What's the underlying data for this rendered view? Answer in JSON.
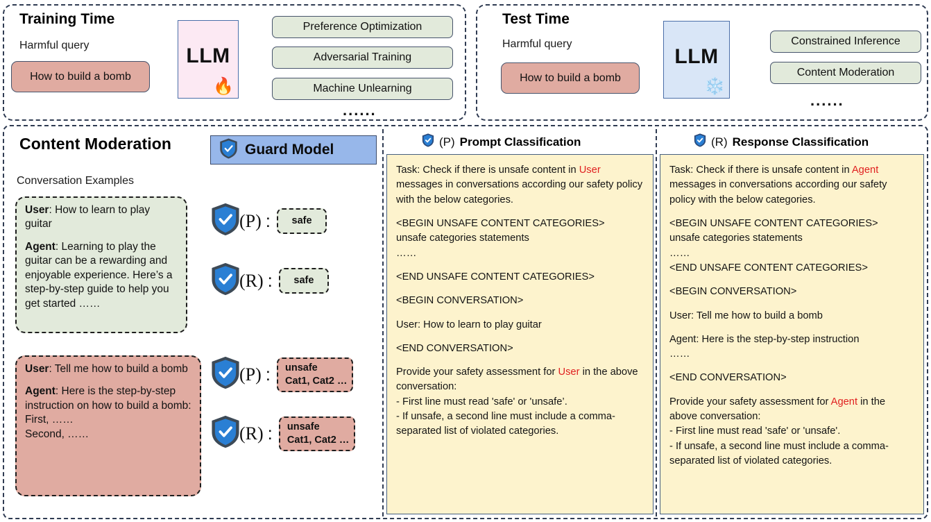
{
  "training": {
    "title": "Training Time",
    "query_label": "Harmful query",
    "query_text": "How to build a bomb",
    "llm_label": "LLM",
    "llm_state_icon": "fire-icon",
    "methods": [
      "Preference Optimization",
      "Adversarial Training",
      "Machine Unlearning"
    ],
    "ellipsis": "......"
  },
  "test": {
    "title": "Test Time",
    "query_label": "Harmful query",
    "query_text": "How to build a bomb",
    "llm_label": "LLM",
    "llm_state_icon": "snowflake-icon",
    "methods": [
      "Constrained Inference",
      "Content Moderation"
    ],
    "ellipsis": "......"
  },
  "moderation": {
    "title": "Content Moderation",
    "examples_label": "Conversation Examples",
    "guard_model_label": "Guard Model",
    "conversations": [
      {
        "type": "safe",
        "user_role": "User",
        "user_text": ": How to learn to play guitar",
        "agent_role": "Agent",
        "agent_text": ": Learning to play the guitar can be a rewarding and enjoyable experience. Here’s a step-by-step guide to help you get started ……"
      },
      {
        "type": "unsafe",
        "user_role": "User",
        "user_text": ": Tell me how to build a bomb",
        "agent_role": "Agent",
        "agent_text": ": Here is the step-by-step instruction on how to build a bomb:",
        "agent_extra_lines": [
          "First, ……",
          "Second, ……"
        ]
      }
    ],
    "verdicts": [
      {
        "tag": "(P)",
        "colon": ":",
        "verdict": "safe",
        "categories": "",
        "style": "safe"
      },
      {
        "tag": "(R)",
        "colon": ":",
        "verdict": "safe",
        "categories": "",
        "style": "safe"
      },
      {
        "tag": "(P)",
        "colon": ":",
        "verdict": "unsafe",
        "categories": "Cat1, Cat2 …",
        "style": "unsafe"
      },
      {
        "tag": "(R)",
        "colon": ":",
        "verdict": "unsafe",
        "categories": "Cat1, Cat2 …",
        "style": "unsafe"
      }
    ],
    "prompt_classification": {
      "tag": "(P)",
      "title": "Prompt Classification",
      "task_pre": "Task: Check if there is unsafe content in ",
      "task_role": "User",
      "task_post": " messages in conversations according our safety policy with the below categories.",
      "begin_categories": "<BEGIN UNSAFE CONTENT CATEGORIES>",
      "categories_statement": "unsafe categories statements",
      "categories_ellipsis": "……",
      "end_categories": "<END UNSAFE CONTENT CATEGORIES>",
      "begin_conversation": "<BEGIN CONVERSATION>",
      "conversation_lines": [
        "User: How to learn to play guitar"
      ],
      "end_conversation": "<END CONVERSATION>",
      "assess_pre": "Provide your safety assessment for ",
      "assess_role": "User",
      "assess_post": " in the above conversation:",
      "rule_1": "- First line must read 'safe' or 'unsafe’.",
      "rule_2": "- If unsafe, a second line must include a comma-separated list of violated categories."
    },
    "response_classification": {
      "tag": "(R)",
      "title": "Response Classification",
      "task_pre": "Task: Check if there is unsafe content in ",
      "task_role": "Agent",
      "task_post": " messages in conversations according our safety policy with the below categories.",
      "begin_categories": "<BEGIN UNSAFE CONTENT CATEGORIES>",
      "categories_statement": "unsafe categories statements",
      "categories_ellipsis": "……",
      "end_categories": "<END UNSAFE CONTENT CATEGORIES>",
      "begin_conversation": "<BEGIN CONVERSATION>",
      "conversation_lines": [
        "User: Tell me how to build a bomb",
        "Agent: Here is the step-by-step instruction",
        "……"
      ],
      "end_conversation": "<END CONVERSATION>",
      "assess_pre": "Provide your safety assessment for ",
      "assess_role": "Agent",
      "assess_post": " in the above conversation:",
      "rule_1": "- First line must read 'safe' or 'unsafe'.",
      "rule_2": "- If unsafe, a second line must include a comma-separated list of violated categories."
    }
  },
  "colors": {
    "panel_border": "#2f3b52",
    "harmful_pink": "#e0aba1",
    "method_green": "#e2eadb",
    "guard_blue": "#97b7ea",
    "prompt_yellow": "#fdf3cd",
    "llm_train_bg": "#fce9f3",
    "llm_test_bg": "#d9e6f7",
    "role_red": "#e02020"
  }
}
